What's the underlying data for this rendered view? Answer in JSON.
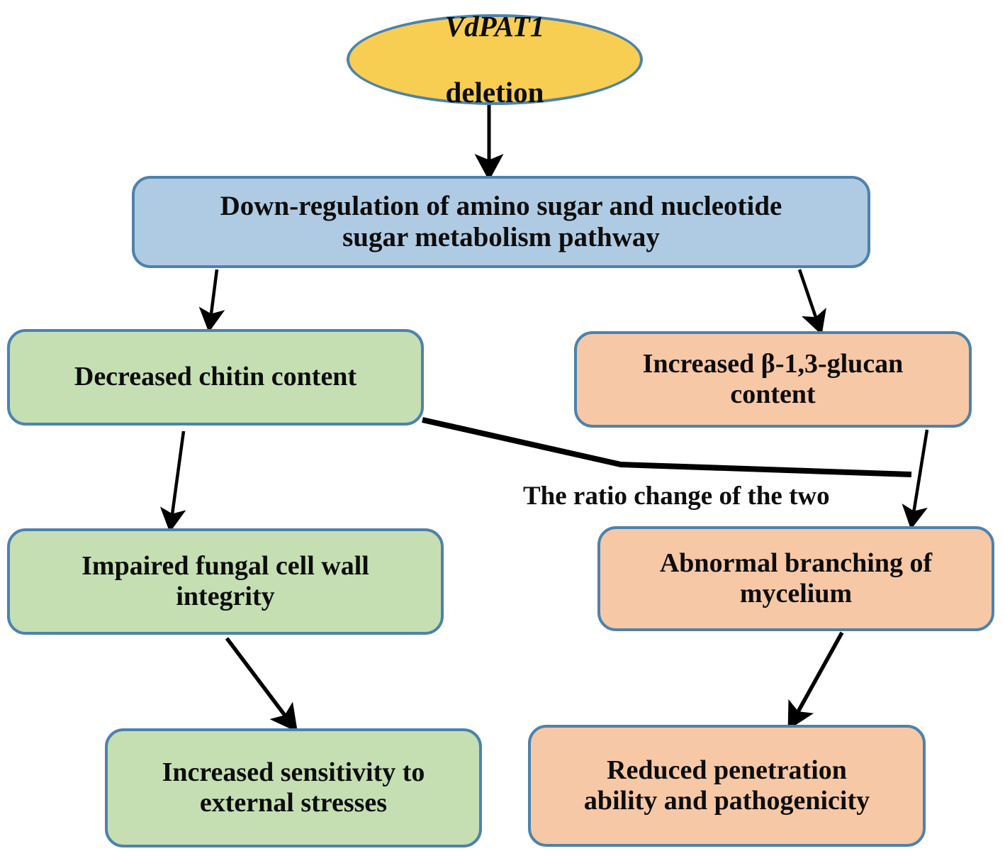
{
  "diagram": {
    "title": "VdPAT1 deletion pathway model",
    "type": "flowchart",
    "colors": {
      "ellipse_fill": "#f7ce51",
      "blue_fill": "#afcbe3",
      "green_fill": "#c5dfb3",
      "peach_fill": "#f7c8a6",
      "border": "#4d82ab",
      "text": "#0d0d0d",
      "arrow": "#000000"
    },
    "nodes": {
      "trigger": {
        "line1": "VdPAT1",
        "line2": "deletion",
        "shape": "ellipse",
        "fill": "#f7ce51"
      },
      "pathway": {
        "label": "Down-regulation of amino sugar and nucleotide\nsugar metabolism pathway",
        "shape": "rounded-rect",
        "fill": "#afcbe3"
      },
      "chitin": {
        "label": "Decreased chitin content",
        "shape": "rounded-rect",
        "fill": "#c5dfb3"
      },
      "glucan": {
        "label": "Increased β-1,3-glucan\ncontent",
        "shape": "rounded-rect",
        "fill": "#f7c8a6"
      },
      "integrity": {
        "label": "Impaired fungal cell wall\nintegrity",
        "shape": "rounded-rect",
        "fill": "#c5dfb3"
      },
      "branching": {
        "label": "Abnormal branching of\nmycelium",
        "shape": "rounded-rect",
        "fill": "#f7c8a6"
      },
      "stress": {
        "label": "Increased sensitivity to\nexternal stresses",
        "shape": "rounded-rect",
        "fill": "#c5dfb3"
      },
      "penetration": {
        "label": "Reduced penetration\nability and pathogenicity",
        "shape": "rounded-rect",
        "fill": "#f7c8a6"
      }
    },
    "edges": [
      {
        "from": "trigger",
        "to": "pathway",
        "label": ""
      },
      {
        "from": "pathway",
        "to": "chitin",
        "label": ""
      },
      {
        "from": "pathway",
        "to": "glucan",
        "label": ""
      },
      {
        "from": "chitin",
        "to": "integrity",
        "label": ""
      },
      {
        "from": "integrity",
        "to": "stress",
        "label": ""
      },
      {
        "from": "glucan",
        "to": "branching",
        "label": "The ratio change of the two"
      },
      {
        "from": "chitin",
        "to": "branching",
        "label": "The ratio change of the two"
      },
      {
        "from": "branching",
        "to": "penetration",
        "label": ""
      }
    ],
    "edge_labels": {
      "ratio": "The ratio change of the two"
    }
  }
}
